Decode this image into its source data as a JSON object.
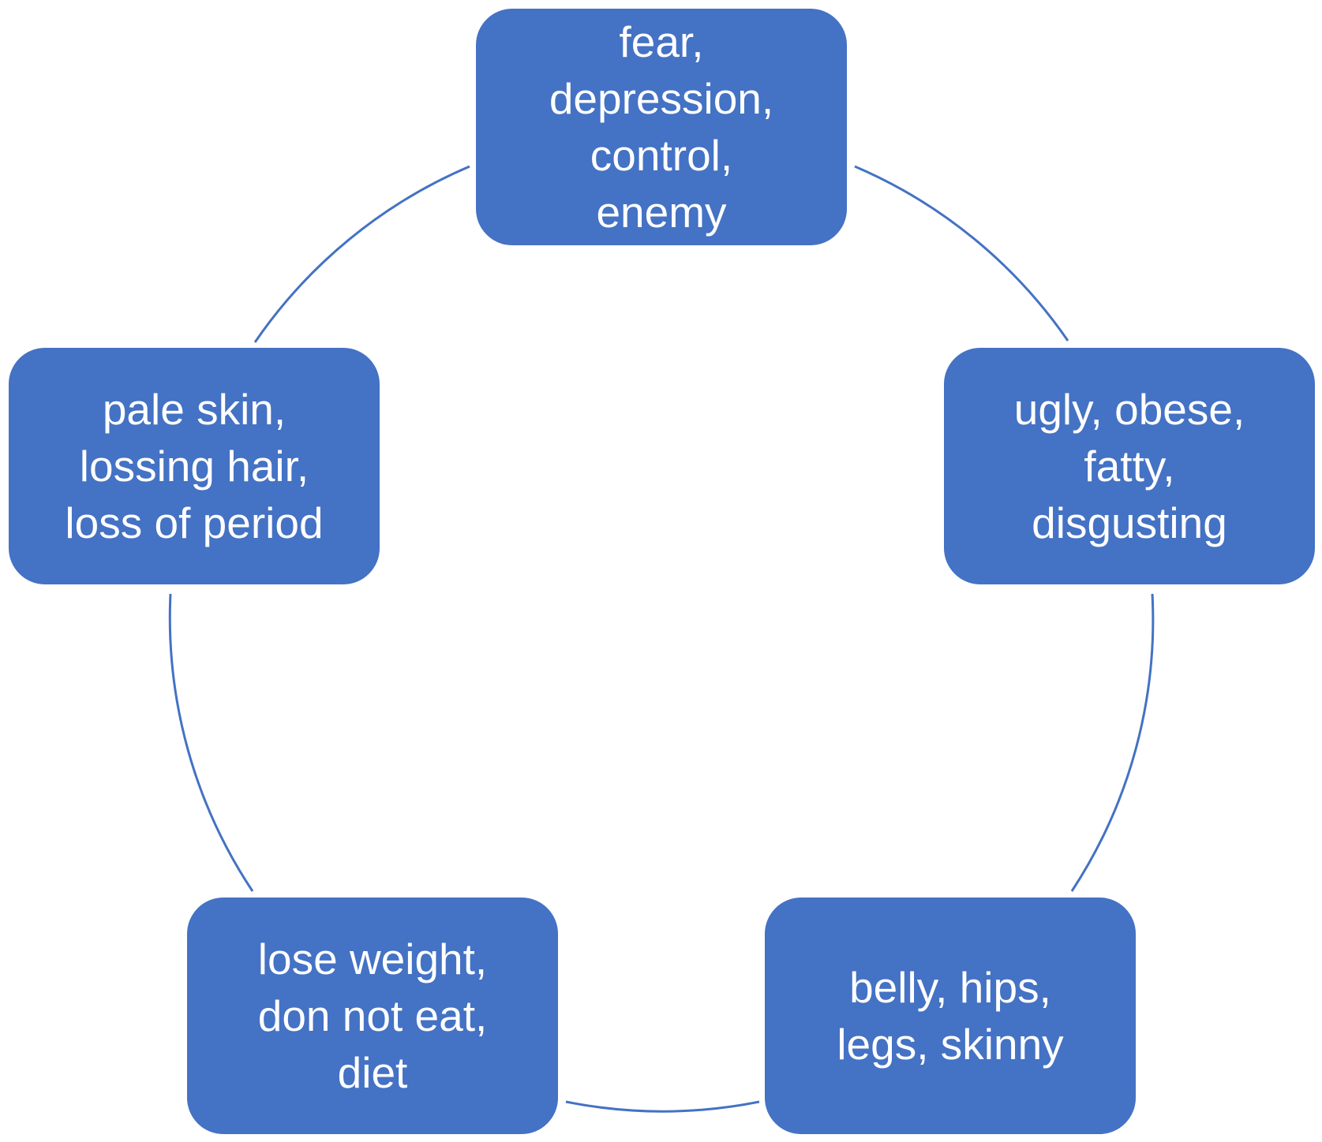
{
  "diagram": {
    "type": "cycle",
    "colors": {
      "node_fill": "#4472c4",
      "connector": "#4472c4",
      "text": "#ffffff",
      "background": "#ffffff"
    },
    "nodes": [
      {
        "id": "top",
        "label": "fear,\ndepression,\ncontrol,\nenemy"
      },
      {
        "id": "right",
        "label": "ugly, obese,\nfatty,\ndisgusting"
      },
      {
        "id": "bottom_right",
        "label": "belly, hips,\nlegs, skinny"
      },
      {
        "id": "bottom_left",
        "label": "lose weight,\ndon not eat,\ndiet"
      },
      {
        "id": "left",
        "label": "pale skin,\nlossing hair,\nloss of period"
      }
    ]
  }
}
